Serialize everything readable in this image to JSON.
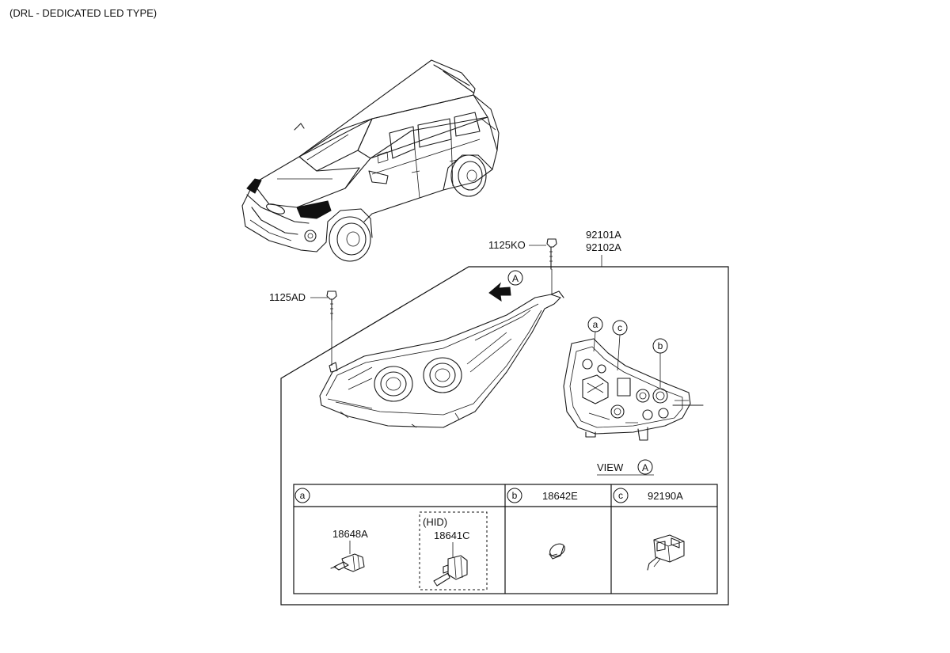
{
  "header": {
    "title": "(DRL - DEDICATED LED TYPE)"
  },
  "callouts": {
    "bolt_top": "1125KO",
    "bolt_left": "1125AD",
    "assembly_left": "92101A",
    "assembly_right": "92102A"
  },
  "view": {
    "label": "VIEW",
    "ref": "A",
    "arrow_ref": "A"
  },
  "markers": {
    "a": "a",
    "b": "b",
    "c": "c"
  },
  "parts_table": {
    "col_a": {
      "marker": "a",
      "bulb_part": "18648A",
      "hid_group_label": "(HID)",
      "hid_part": "18641C"
    },
    "col_b": {
      "marker": "b",
      "part": "18642E"
    },
    "col_c": {
      "marker": "c",
      "part": "92190A"
    }
  },
  "icons": {
    "vehicle": "suv-illustration",
    "headlamp": "headlamp-assembly",
    "headlamp_rear": "headlamp-rear-view",
    "bolt": "bolt-icon",
    "arrow": "direction-arrow-icon",
    "bulb_h": "halogen-bulb-icon",
    "bulb_hid": "hid-bulb-icon",
    "bulb_wedge": "wedge-bulb-icon",
    "socket": "socket-connector-icon"
  }
}
